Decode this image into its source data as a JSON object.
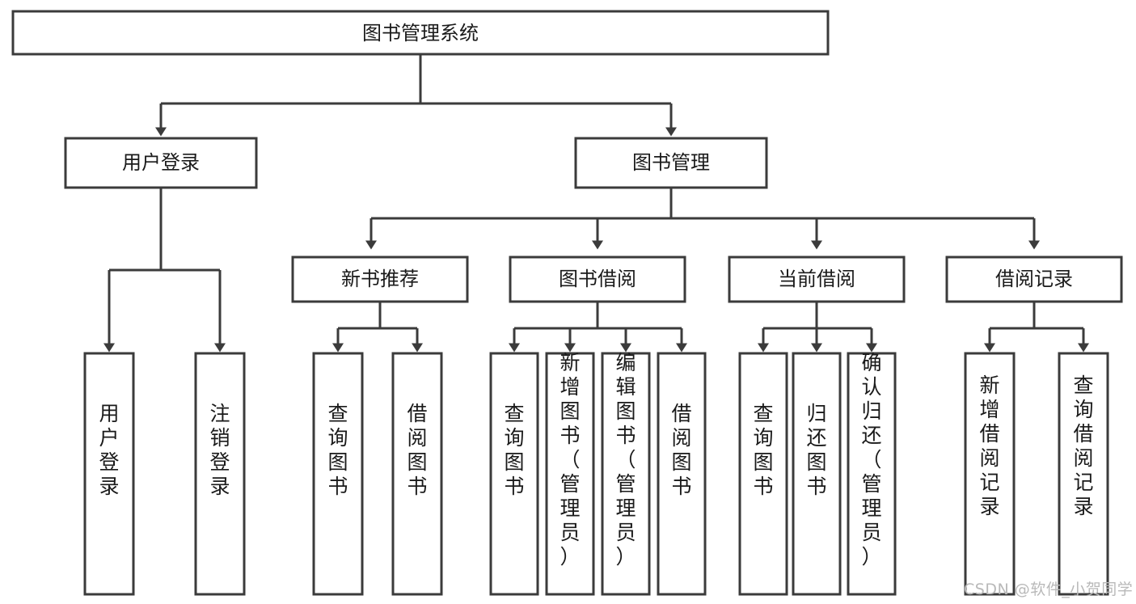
{
  "diagram": {
    "title": "图书管理系统",
    "type": "tree-hierarchy-diagram",
    "arrow_style": "filled-triangle-down",
    "colors": {
      "box_stroke": "#3b3b3b",
      "box_fill": "#ffffff",
      "text": "#1a1a1a",
      "watermark": "#b9b9b9",
      "background": "#ffffff"
    },
    "root": {
      "label": "图书管理系统"
    },
    "level2": [
      {
        "label": "用户登录"
      },
      {
        "label": "图书管理"
      }
    ],
    "level3": [
      {
        "label": "新书推荐"
      },
      {
        "label": "图书借阅"
      },
      {
        "label": "当前借阅"
      },
      {
        "label": "借阅记录"
      }
    ],
    "leaves": {
      "user_login": [
        "用户登录",
        "注销登录"
      ],
      "new_book_recommend": [
        "查询图书",
        "借阅图书"
      ],
      "book_borrow": [
        "查询图书",
        "新增图书（管理员）",
        "编辑图书（管理员）",
        "借阅图书"
      ],
      "current_borrow": [
        "查询图书",
        "归还图书",
        "确认归还（管理员）"
      ],
      "borrow_record": [
        "新增借阅记录",
        "查询借阅记录"
      ]
    }
  },
  "watermark": {
    "text": "CSDN @软件_小贺同学"
  }
}
